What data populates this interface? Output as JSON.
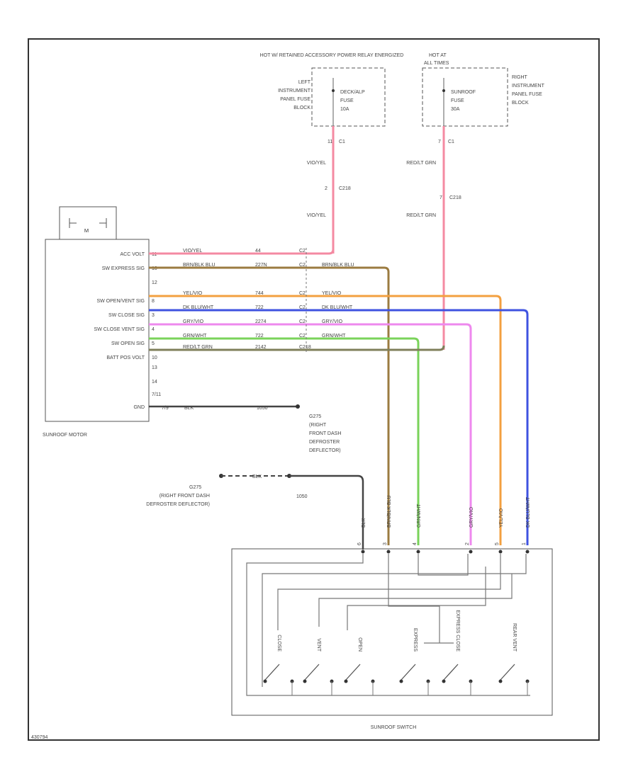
{
  "page_code": "430794",
  "fuse_left": {
    "hot_label": "HOT W/ RETAINED ACCESSORY POWER RELAY ENERGIZED",
    "block_label": [
      "LEFT",
      "INSTRUMENT",
      "PANEL FUSE",
      "BLOCK"
    ],
    "fuse_label": [
      "DECK/ALP",
      "FUSE",
      "10A"
    ],
    "pin": "11",
    "connector": "C1"
  },
  "fuse_right": {
    "hot_label": [
      "HOT AT",
      "ALL TIMES"
    ],
    "block_label": [
      "RIGHT",
      "INSTRUMENT",
      "PANEL FUSE",
      "BLOCK"
    ],
    "fuse_label": [
      "SUNROOF",
      "FUSE",
      "30A"
    ],
    "pin": "7",
    "connector": "C1"
  },
  "splices": {
    "left_upper_wire": "VIO/YEL",
    "left_junction": "2",
    "left_junction_connector": "C218",
    "left_lower_wire": "VIO/YEL",
    "right_upper_wire": "RED/LT GRN",
    "right_junction": "7",
    "right_junction_connector": "C218",
    "right_lower_wire": "RED/LT GRN"
  },
  "motor": {
    "name": "SUNROOF MOTOR",
    "symbol": "M",
    "pins": [
      {
        "label": "ACC VOLT",
        "num": "11"
      },
      {
        "label": "SW EXPRESS SIG",
        "num": "10"
      },
      {
        "label": "",
        "num": "12"
      },
      {
        "label": "SW OPEN/VENT SIG",
        "num": "8"
      },
      {
        "label": "SW CLOSE SIG",
        "num": "3"
      },
      {
        "label": "SW CLOSE VENT SIG",
        "num": "4"
      },
      {
        "label": "SW OPEN SIG",
        "num": "5"
      },
      {
        "label": "BATT POS VOLT",
        "num": "10"
      },
      {
        "label": "",
        "num": "13"
      },
      {
        "label": "",
        "num": "14"
      },
      {
        "label": "",
        "num": "7/11"
      },
      {
        "label": "GND",
        "num": "7/9"
      }
    ]
  },
  "harness": [
    {
      "wire": "VIO/YEL",
      "splice": "44",
      "conn": "C2",
      "out": "",
      "color": "#f48aa2"
    },
    {
      "wire": "BRN/BLK BLU",
      "splice": "227N",
      "conn": "C2",
      "out": "BRN/BLK BLU",
      "color": "#9b7b40"
    },
    {
      "wire": "YEL/VIO",
      "splice": "744",
      "conn": "C2",
      "out": "YEL/VIO",
      "color": "#f3a040"
    },
    {
      "wire": "DK BLU/WHT",
      "splice": "722",
      "conn": "C2",
      "out": "DK BLU/WHT",
      "color": "#3f53e0"
    },
    {
      "wire": "GRY/VIO",
      "splice": "2274",
      "conn": "C2",
      "out": "GRY/VIO",
      "color": "#ee88ee"
    },
    {
      "wire": "GRN/WHT",
      "splice": "722",
      "conn": "C2",
      "out": "GRN/WHT",
      "color": "#7ad35a"
    },
    {
      "wire": "RED/LT GRN",
      "splice": "2142",
      "conn": "C218",
      "out": "",
      "color": "#7f7f5a"
    }
  ],
  "ground_motor": {
    "wire": "BLK",
    "splice": "1050",
    "ref": "G275",
    "desc": [
      "(RIGHT",
      "FRONT DASH",
      "DEFROSTER",
      "DEFLECTOR)"
    ]
  },
  "ground_switch": {
    "ref": "G275",
    "desc": [
      "(RIGHT FRONT DASH",
      "DEFROSTER DEFLECTOR)"
    ],
    "wire": "BLK",
    "splice": "1050"
  },
  "switch_wires": [
    "BLK",
    "BRN/BLK BLU",
    "GRN/WHT",
    "GRY/VIO",
    "YEL/VIO",
    "DK BLU/WHT"
  ],
  "switch_pins": [
    "6",
    "3",
    "4",
    "2",
    "5",
    "1"
  ],
  "switch_contacts": [
    "CLOSE",
    "VENT",
    "OPEN",
    "EXPRESS",
    "EXPRESS CLOSE",
    "REAR VENT"
  ],
  "switch_name": "SUNROOF SWITCH",
  "colors": {
    "vio_yel": "#f48aa2",
    "brn_blk": "#9b7b40",
    "yel_vio": "#f3a040",
    "blu_wht": "#3f53e0",
    "gry_vio": "#ee88ee",
    "grn_wht": "#7ad35a",
    "red_grn": "#f48aa2",
    "red_grn_h": "#7f7f5a",
    "blk": "#444444"
  }
}
